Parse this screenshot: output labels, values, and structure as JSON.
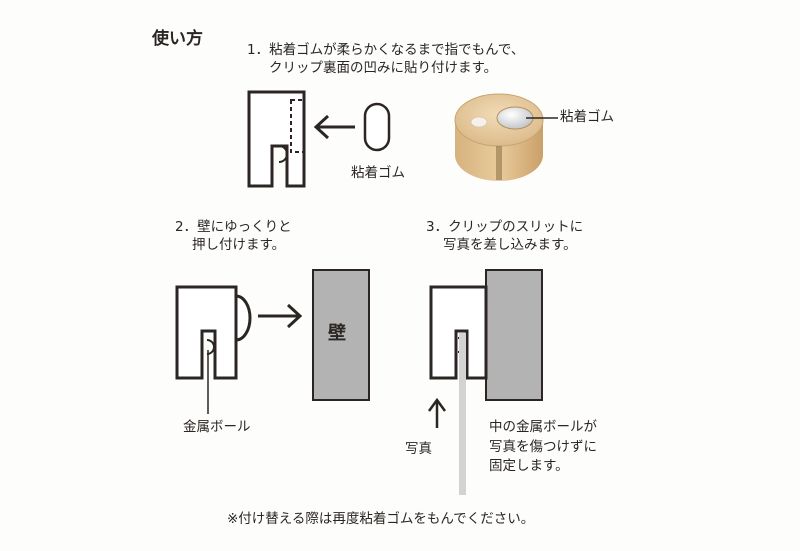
{
  "title": "使い方",
  "step1": {
    "line1": "1．粘着ゴムが柔らかくなるまで指でもんで、",
    "line2": "クリップ裏面の凹みに貼り付けます。",
    "ink_label": "粘着ゴム",
    "photo_ink_label": "粘着ゴム"
  },
  "step2": {
    "line1": "2．壁にゆっくりと",
    "line2": "押し付けます。",
    "wall_label": "壁",
    "ball_label": "金属ボール"
  },
  "step3": {
    "line1": "3．クリップのスリットに",
    "line2": "写真を差し込みます。",
    "photo_label": "写真",
    "note_line1": "中の金属ボールが",
    "note_line2": "写真を傷つけずに",
    "note_line3": "固定します。"
  },
  "footnote": "※付け替える際は再度粘着ゴムをもんでください。",
  "colors": {
    "ink": "#2b2623",
    "wall": "#b3b3b3",
    "wood": "#e4c9a0",
    "wood_dark": "#c9a373",
    "photo_strip": "#d3d3d3"
  }
}
